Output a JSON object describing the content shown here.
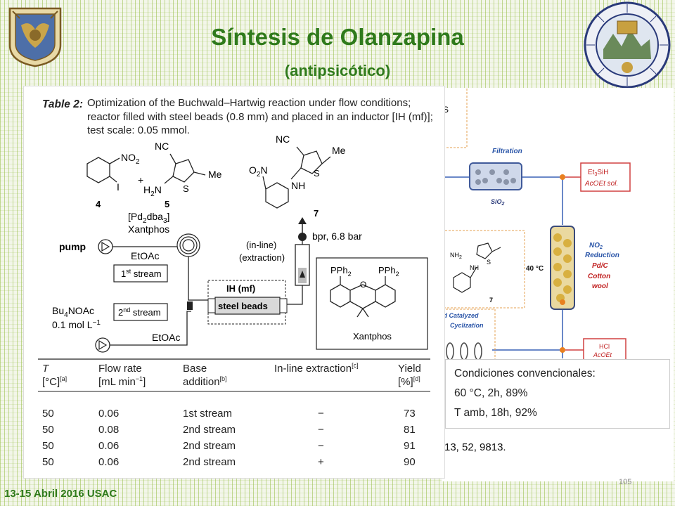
{
  "header": {
    "title": "Síntesis de Olanzapina",
    "subtitle": "(antipsicótico)"
  },
  "footer": {
    "date_venue": "13-15 Abril 2016 USAC",
    "page_number": "105"
  },
  "table_figure": {
    "caption_label": "Table 2:",
    "caption_text": "Optimization of the Buchwald–Hartwig reaction under flow conditions; reactor filled with steel beads (0.8 mm) and placed in an inductor [IH (mf)]; test scale: 0.05 mmol.",
    "scheme_labels": {
      "cmpd4": "4",
      "cmpd5": "5",
      "cmpd7": "7",
      "no2": "NO",
      "no2_sub": "2",
      "iodo": "I",
      "plus": "+",
      "nc": "NC",
      "me": "Me",
      "s": "S",
      "h2n": "H",
      "h2n_sub": "2",
      "h2n_n": "N",
      "o2n_o": "O",
      "o2n_sub": "2",
      "o2n_n": "N",
      "nh": "NH",
      "catalyst": "[Pd",
      "catalyst_sub": "2",
      "catalyst_dba": "dba",
      "catalyst_sub2": "3",
      "catalyst_end": "]",
      "ligand": "Xantphos",
      "pump": "pump",
      "etoac_top": "EtOAc",
      "etoac_bottom": "EtOAc",
      "stream1_pre": "1",
      "stream1_sup": "st",
      "stream1_post": " stream",
      "stream2_pre": "2",
      "stream2_sup": "nd",
      "stream2_post": " stream",
      "bu4noac_pre": "Bu",
      "bu4noac_sub": "4",
      "bu4noac_post": "NOAc",
      "conc_pre": "0.1 mol L",
      "conc_sup": "−1",
      "inline_1": "(in-line)",
      "inline_2": "(extraction)",
      "bpr": "bpr, 6.8 bar",
      "ih": "IH (mf)",
      "steel": "steel beads",
      "pph2": "PPh",
      "pph2_sub": "2",
      "o": "O",
      "xantphos_name": "Xantphos"
    },
    "columns": [
      {
        "line1": "T",
        "line2": "[°C]",
        "sup": "[a]"
      },
      {
        "line1": "Flow rate",
        "line2": "[mL min",
        "line2_sup": "−1",
        "line2_end": "]"
      },
      {
        "line1": "Base",
        "line2": "addition",
        "sup": "[b]"
      },
      {
        "line1": "In-line extraction",
        "sup": "[c]"
      },
      {
        "line1": "Yield",
        "line2": "[%]",
        "sup": "[d]"
      }
    ],
    "rows": [
      [
        "50",
        "0.06",
        "1st stream",
        "−",
        "73"
      ],
      [
        "50",
        "0.08",
        "2nd stream",
        "−",
        "81"
      ],
      [
        "50",
        "0.06",
        "2nd stream",
        "−",
        "91"
      ],
      [
        "50",
        "0.06",
        "2nd stream",
        "+",
        "90"
      ]
    ]
  },
  "flow_scheme": {
    "filtration": "Filtration",
    "et3sih_pre": "Et",
    "et3sih_sub": "3",
    "et3sih_post": "SiH",
    "acoet_sol": "AcOEt sol.",
    "sio2_pre": "SiO",
    "sio2_sub": "2",
    "temp": "40 °C",
    "no2_pre": "NO",
    "no2_sub": "2",
    "reduction": "Reduction",
    "pdc": "Pd/C",
    "cotton": "Cotton",
    "wool": "wool",
    "acid_1": "id Catalyzed",
    "acid_2": "Cyclization",
    "hcl": "HCl",
    "acoet": "AcOEt",
    "nh2": "NH",
    "nh2_sub": "2",
    "nh": "NH",
    "s": "S",
    "s_top": "S",
    "cmpd7": "7"
  },
  "conditions": {
    "heading": "Condiciones convencionales:",
    "line1": "60 °C, 2h, 89%",
    "line2": "T amb, 18h, 92%"
  },
  "citation": "13, 52, 9813."
}
